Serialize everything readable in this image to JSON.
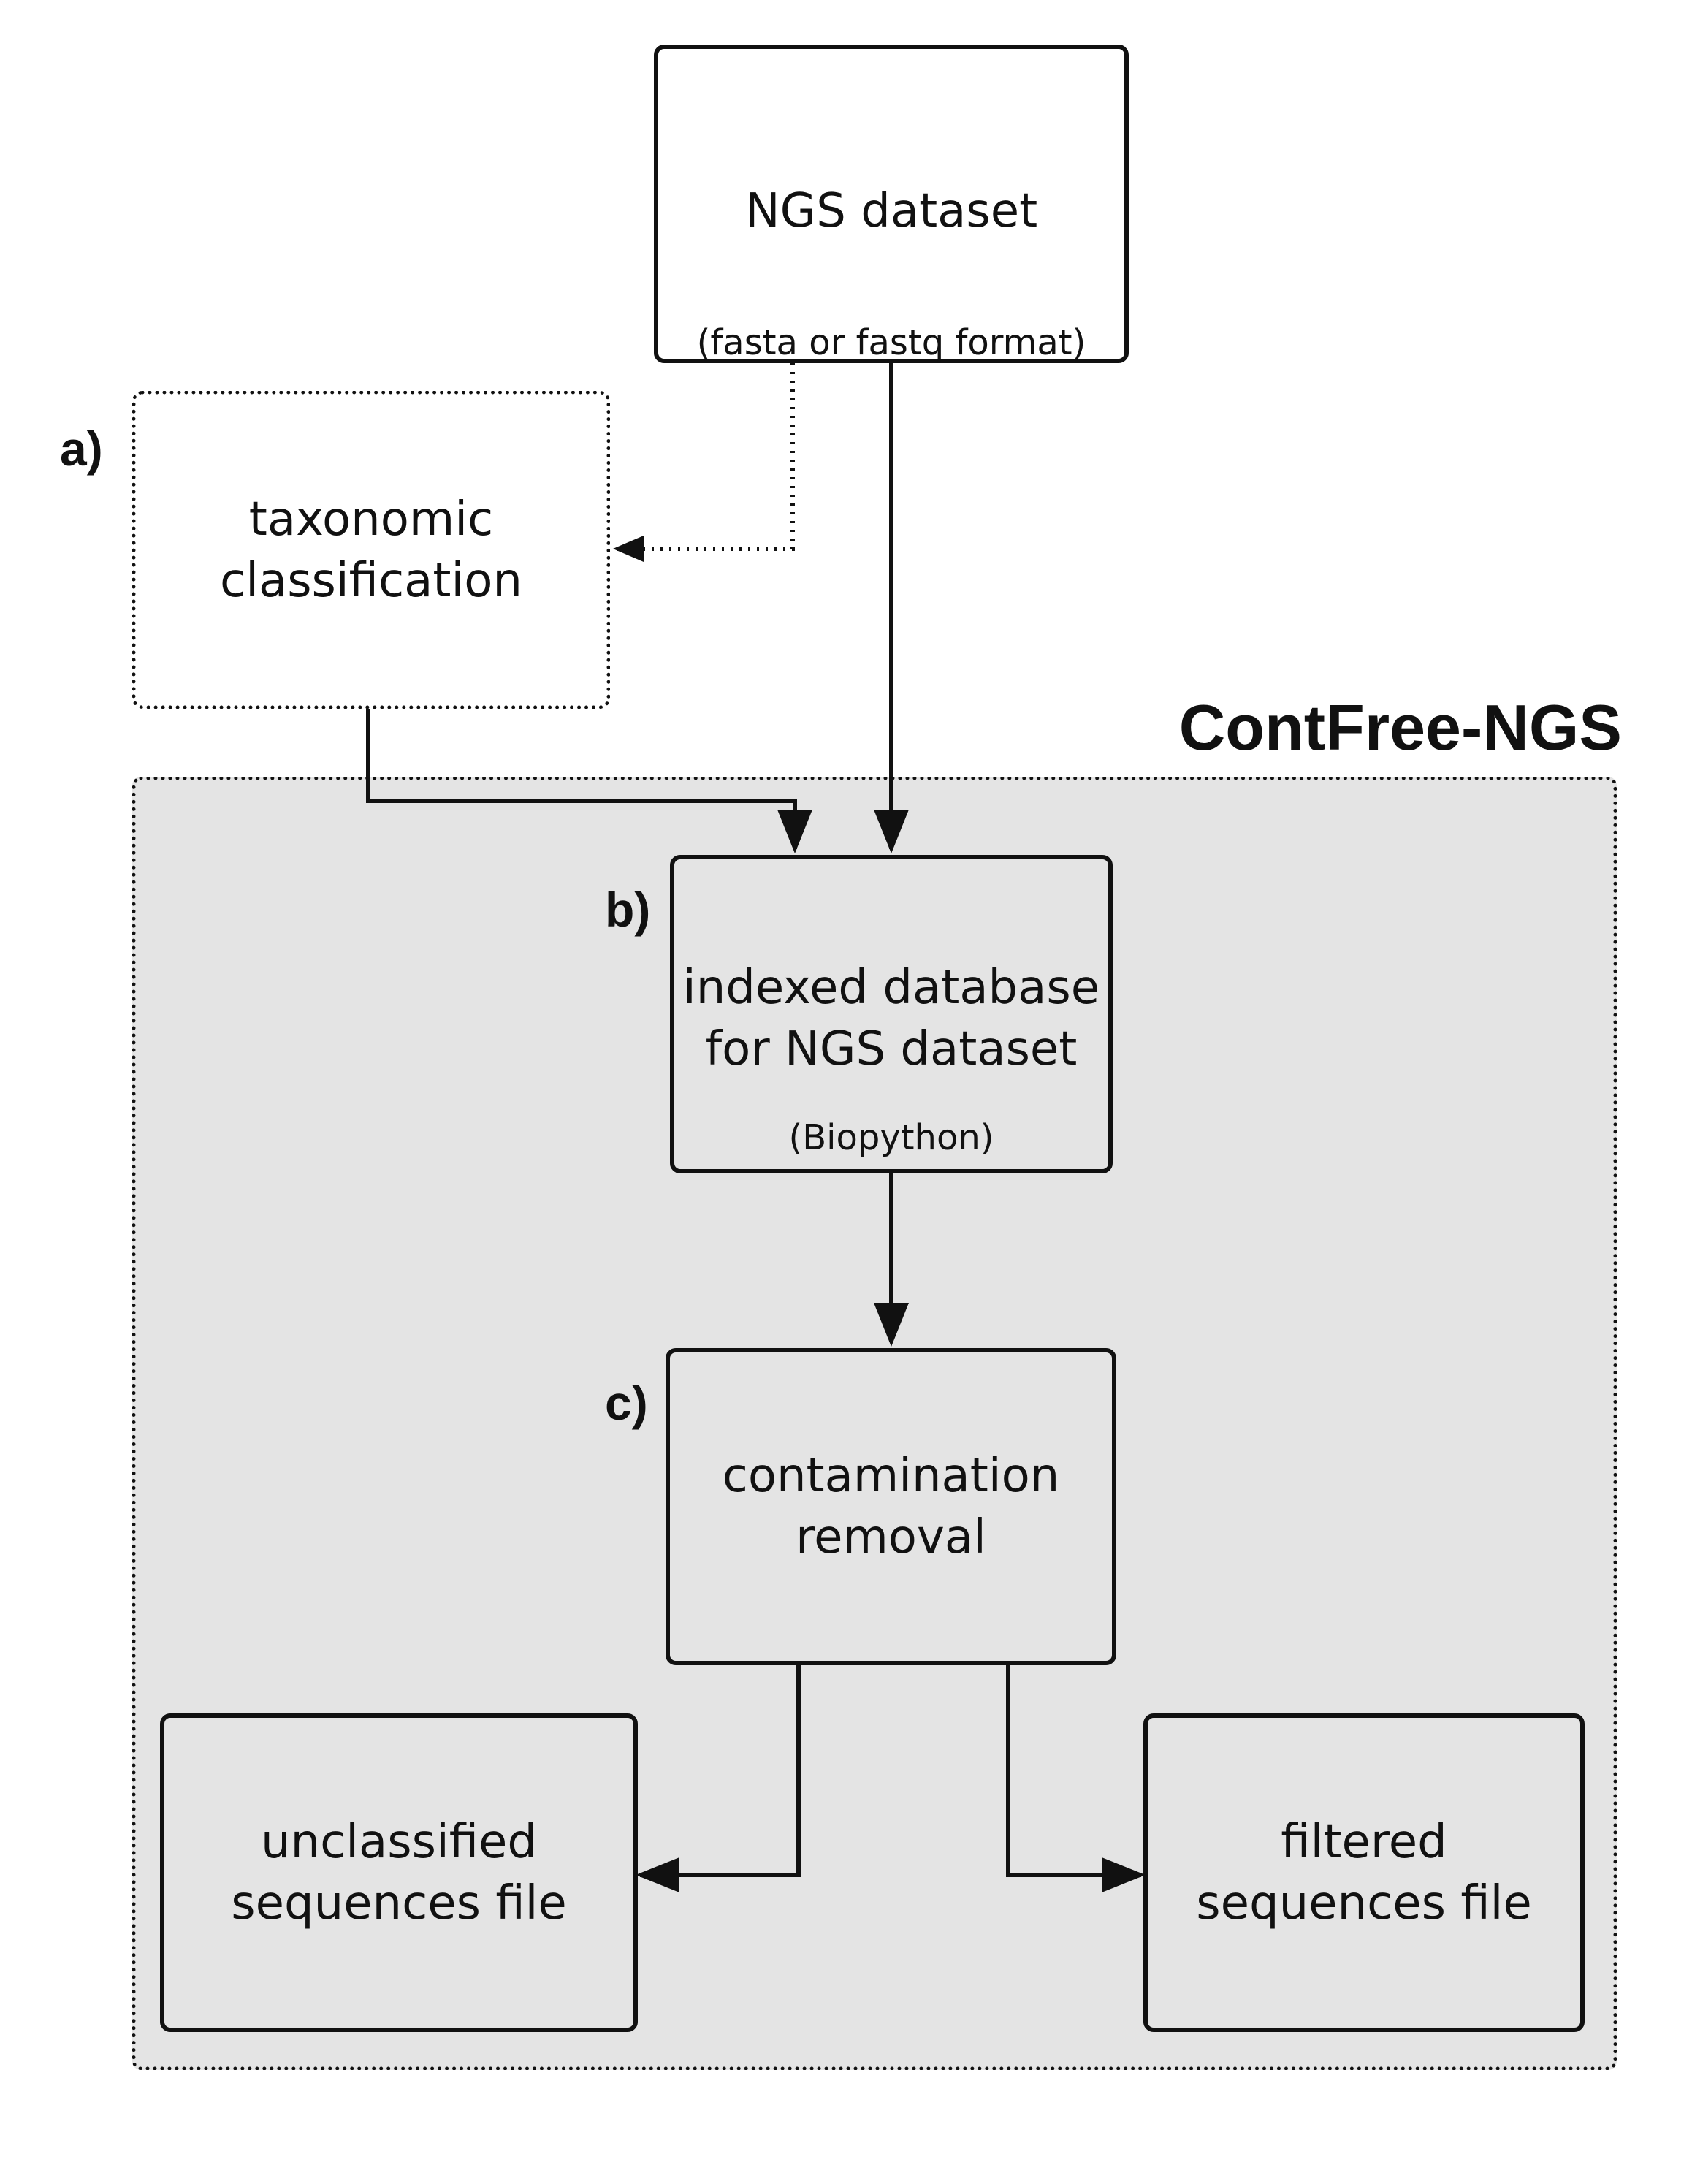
{
  "diagram": {
    "title": "ContFree-NGS",
    "input_node": {
      "label": "NGS dataset",
      "sublabel": "(fasta or fastq format)"
    },
    "taxonomy_node": {
      "step": "a)",
      "line1": "taxonomic",
      "line2": "classification"
    },
    "index_node": {
      "step": "b)",
      "line1": "indexed database",
      "line2": "for NGS dataset",
      "sublabel": "(Biopython)"
    },
    "removal_node": {
      "step": "c)",
      "line1": "contamination",
      "line2": "removal"
    },
    "unclassified_node": {
      "line1": "unclassified",
      "line2": "sequences file"
    },
    "filtered_node": {
      "line1": "filtered",
      "line2": "sequences file"
    },
    "edges": [
      {
        "from": "input_node",
        "to": "taxonomy_node",
        "style": "dotted"
      },
      {
        "from": "input_node",
        "to": "index_node",
        "style": "solid"
      },
      {
        "from": "taxonomy_node",
        "to": "index_node",
        "style": "solid"
      },
      {
        "from": "index_node",
        "to": "removal_node",
        "style": "solid"
      },
      {
        "from": "removal_node",
        "to": "unclassified_node",
        "style": "solid"
      },
      {
        "from": "removal_node",
        "to": "filtered_node",
        "style": "solid"
      }
    ]
  }
}
